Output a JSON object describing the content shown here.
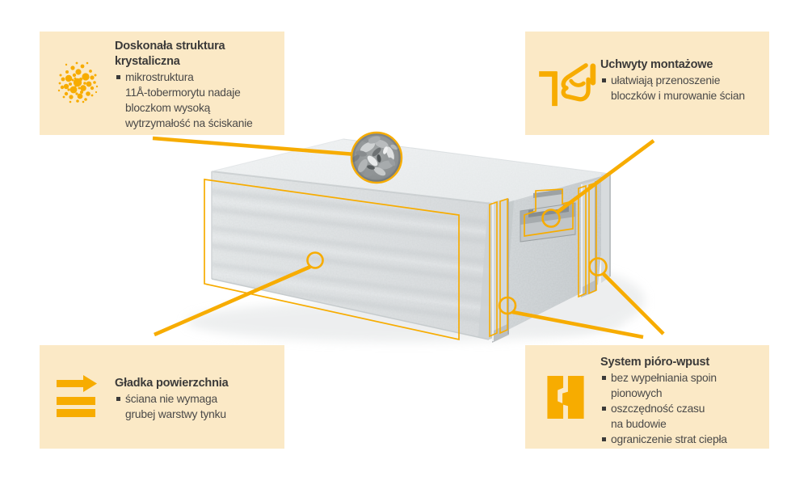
{
  "colors": {
    "accent": "#F7AC00",
    "panel_background": "#FBE9C6",
    "title_text": "#3B3A39",
    "body_text": "#4A4948",
    "block_face_light": "#eef1f2",
    "block_face_front": "#dfe2e4",
    "block_face_side": "#d2d6d8"
  },
  "panels": {
    "top_left": {
      "icon": "microstructure-dots-icon",
      "title_lines": [
        "Doskonała struktura",
        "krystaliczna"
      ],
      "bullets": [
        {
          "lines": [
            "mikrostruktura",
            "11Å-tobermorytu nadaje",
            "bloczkom wysoką",
            "wytrzymałość na ściskanie"
          ]
        }
      ]
    },
    "top_right": {
      "icon": "hand-grip-icon",
      "title_lines": [
        "Uchwyty montażowe"
      ],
      "bullets": [
        {
          "lines": [
            "ułatwiają przenoszenie",
            "bloczków i murowanie ścian"
          ]
        }
      ]
    },
    "bottom_left": {
      "icon": "smooth-surface-arrows-icon",
      "title_lines": [
        "Gładka powierzchnia"
      ],
      "bullets": [
        {
          "lines": [
            "ściana nie wymaga",
            "grubej warstwy tynku"
          ]
        }
      ]
    },
    "bottom_right": {
      "icon": "tongue-groove-icon",
      "title_lines": [
        "System pióro-wpust"
      ],
      "bullets": [
        {
          "lines": [
            "bez wypełniania spoin",
            "pionowych"
          ]
        },
        {
          "lines": [
            "oszczędność czasu",
            "na budowie"
          ]
        },
        {
          "lines": [
            "ograniczenie strat ciepła"
          ]
        }
      ]
    }
  },
  "illustration": {
    "subject": "aerated concrete block with tongue-and-groove profile, grip handle recess and microstructure magnifier"
  }
}
